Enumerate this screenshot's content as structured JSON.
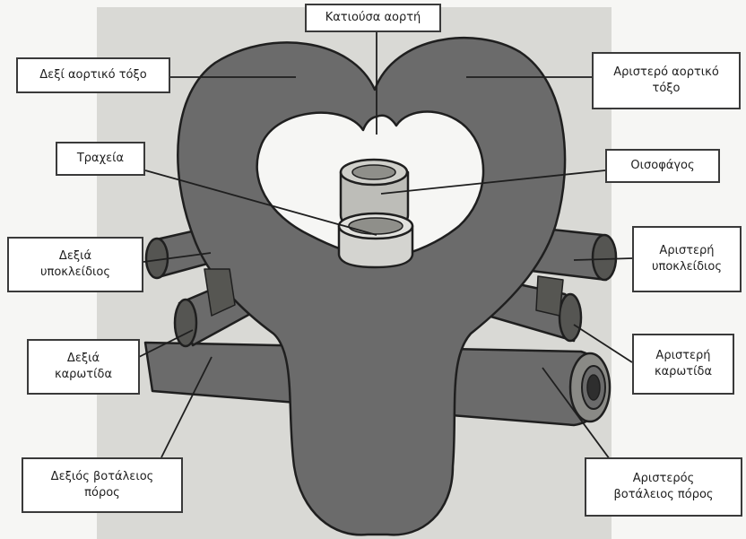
{
  "labels": {
    "descending_aorta": "Κατιούσα αορτή",
    "right_aortic_arch": "Δεξί αορτικό τόξο",
    "left_aortic_arch": "Αριστερό αορτικό\nτόξο",
    "trachea": "Τραχεία",
    "esophagus": "Οισοφάγος",
    "right_subclavian": "Δεξιά\nυποκλείδιος",
    "left_subclavian": "Αριστερή\nυποκλείδιος",
    "right_carotid": "Δεξιά\nκαρωτίδα",
    "left_carotid": "Αριστερή\nκαρωτίδα",
    "right_ductus": "Δεξιός βοτάλειος\nπόρος",
    "left_ductus": "Αριστερός\nβοτάλειος πόρος"
  },
  "colors": {
    "vessel": "#6b6b6b",
    "vessel_outline": "#1f1f1f",
    "background_panel": "#d9d9d5",
    "trachea": "#d4d4d0",
    "esophagus": "#bdbdb8"
  }
}
